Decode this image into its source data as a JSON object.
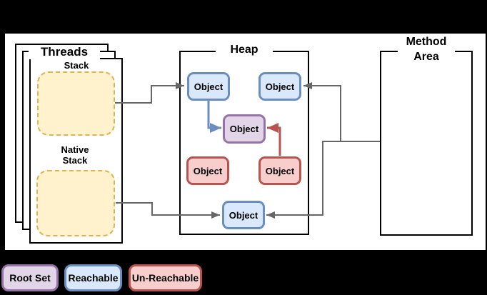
{
  "threads": {
    "title": "Threads",
    "stack_label": "Stack",
    "native_stack_label": "Native\nStack"
  },
  "heap": {
    "title": "Heap",
    "objects": [
      {
        "label": "Object",
        "type": "reachable"
      },
      {
        "label": "Object",
        "type": "reachable"
      },
      {
        "label": "Object",
        "type": "root-set"
      },
      {
        "label": "Object",
        "type": "un-reachable"
      },
      {
        "label": "Object",
        "type": "un-reachable"
      },
      {
        "label": "Object",
        "type": "reachable"
      }
    ]
  },
  "method_area": {
    "title": "Method\nArea"
  },
  "legend": {
    "items": [
      {
        "label": "Root Set"
      },
      {
        "label": "Reachable"
      },
      {
        "label": "Un-Reachable"
      }
    ]
  },
  "colors": {
    "root_set_fill": "#E1D5E7",
    "root_set_stroke": "#9673A6",
    "reachable_fill": "#DAE8FC",
    "reachable_stroke": "#6C8EBF",
    "unreachable_fill": "#F8CECC",
    "unreachable_stroke": "#B85450",
    "stack_fill": "#FFF2CC",
    "stack_stroke": "#D6B656",
    "arrow_gray": "#666666",
    "arrow_blue": "#6C8EBF",
    "arrow_red": "#B85450"
  }
}
